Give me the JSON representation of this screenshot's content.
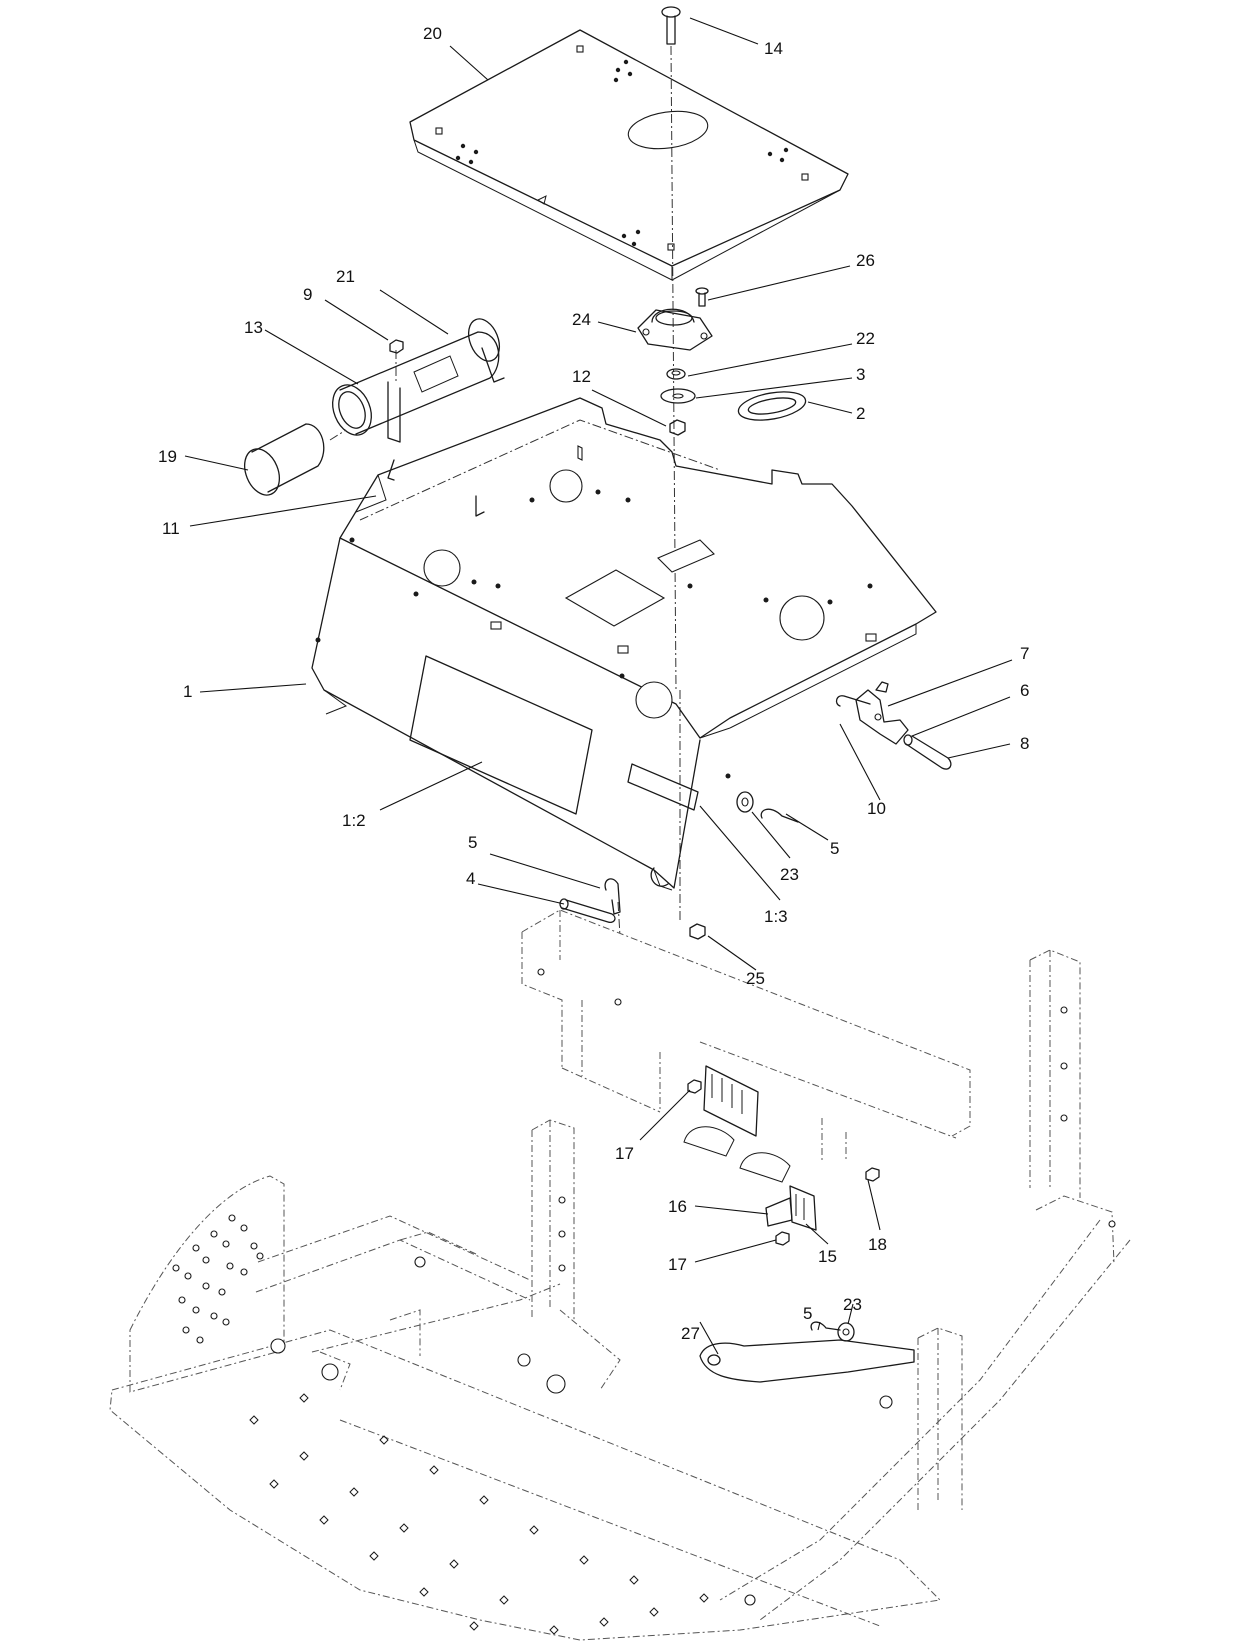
{
  "diagram": {
    "callouts": [
      {
        "id": "c20",
        "text": "20"
      },
      {
        "id": "c14",
        "text": "14"
      },
      {
        "id": "c26",
        "text": "26"
      },
      {
        "id": "c24",
        "text": "24"
      },
      {
        "id": "c22",
        "text": "22"
      },
      {
        "id": "c3",
        "text": "3"
      },
      {
        "id": "c12",
        "text": "12"
      },
      {
        "id": "c2",
        "text": "2"
      },
      {
        "id": "c21",
        "text": "21"
      },
      {
        "id": "c9",
        "text": "9"
      },
      {
        "id": "c13",
        "text": "13"
      },
      {
        "id": "c19",
        "text": "19"
      },
      {
        "id": "c11",
        "text": "11"
      },
      {
        "id": "c1",
        "text": "1"
      },
      {
        "id": "c1-2",
        "text": "1:2"
      },
      {
        "id": "c7",
        "text": "7"
      },
      {
        "id": "c6",
        "text": "6"
      },
      {
        "id": "c8",
        "text": "8"
      },
      {
        "id": "c10",
        "text": "10"
      },
      {
        "id": "c5a",
        "text": "5"
      },
      {
        "id": "c23a",
        "text": "23"
      },
      {
        "id": "c1-3",
        "text": "1:3"
      },
      {
        "id": "c5b",
        "text": "5"
      },
      {
        "id": "c4",
        "text": "4"
      },
      {
        "id": "c25",
        "text": "25"
      },
      {
        "id": "c17a",
        "text": "17"
      },
      {
        "id": "c16",
        "text": "16"
      },
      {
        "id": "c17b",
        "text": "17"
      },
      {
        "id": "c15",
        "text": "15"
      },
      {
        "id": "c18",
        "text": "18"
      },
      {
        "id": "c5c",
        "text": "5"
      },
      {
        "id": "c23b",
        "text": "23"
      },
      {
        "id": "c27",
        "text": "27"
      }
    ]
  }
}
